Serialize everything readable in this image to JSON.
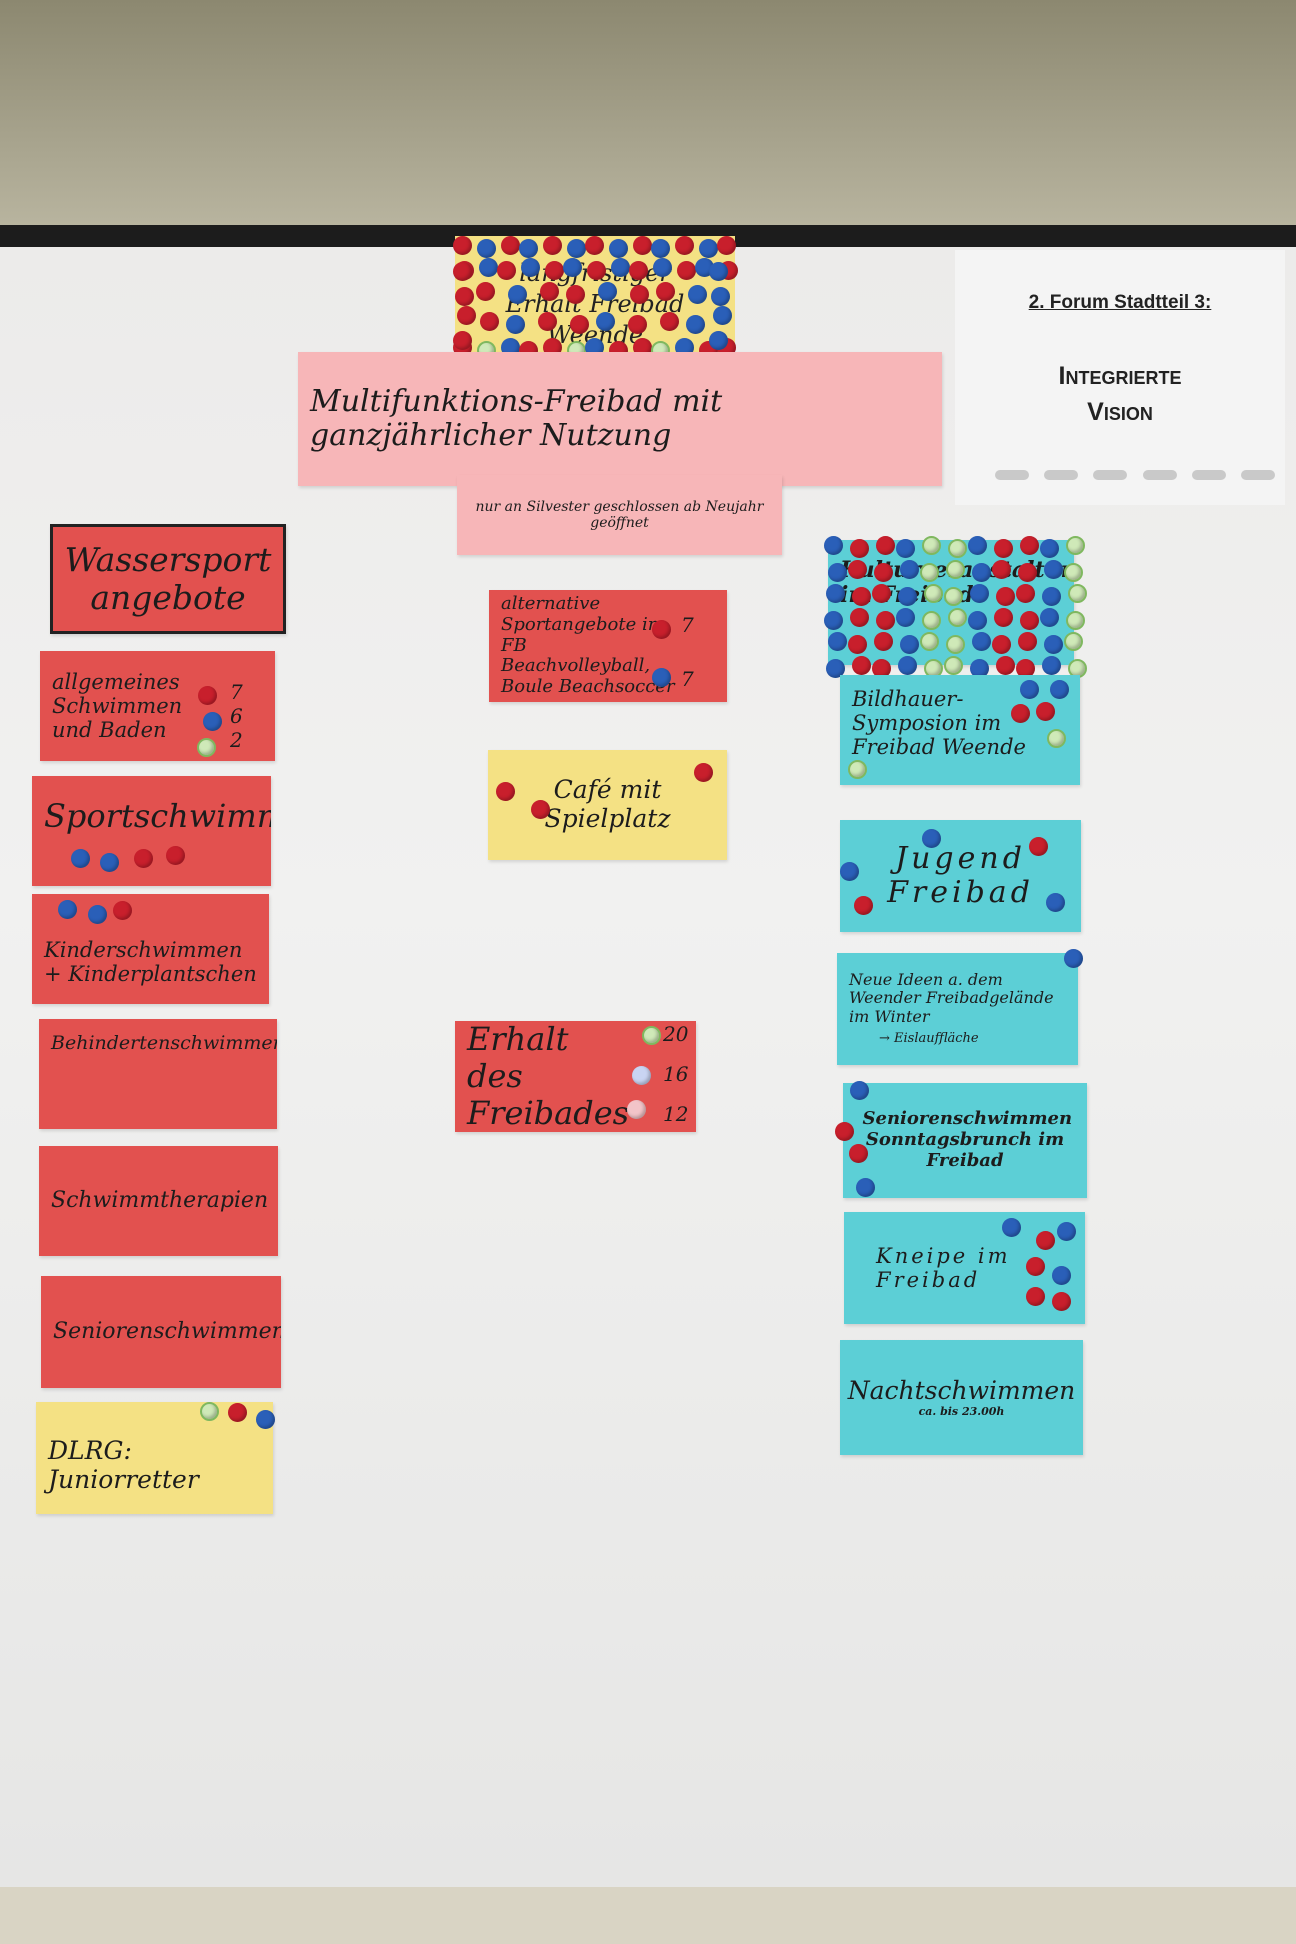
{
  "forum": {
    "heading": "2. Forum Stadtteil 3:",
    "title_line1": "Integrierte",
    "title_line2": "Vision"
  },
  "top": {
    "framed": "langfristiger Erhalt Freibad Weende",
    "main": "Multifunktions-Freibad mit ganzjährlicher Nutzung",
    "sub": "nur an Silvester geschlossen ab Neujahr geöffnet"
  },
  "left": {
    "header": "Wassersport angebote",
    "items": [
      "allgemeines Schwimmen und Baden",
      "Sportschwimmen",
      "Kinderschwimmen + Kinderplantschen",
      "Behindertenschwimmen",
      "Schwimmtherapien",
      "Seniorenschwimmen",
      "DLRG: Juniorretter"
    ],
    "votes_swim": [
      "7",
      "6",
      "2"
    ]
  },
  "middle": {
    "items": [
      "alternative Sportangebote im FB Beachvolleyball, Boule Beachsoccer",
      "Café mit Spielplatz",
      "Erhalt des Freibades"
    ],
    "votes_alt": [
      "7",
      "7"
    ],
    "votes_erhalt": [
      "20",
      "16",
      "12"
    ]
  },
  "right": {
    "items": [
      "Kulturveranstaltung im Freibad",
      "Bildhauer-Symposion im Freibad Weende",
      "Jugend Freibad",
      "Neue Ideen a. dem Weender Freibadgelände im Winter",
      "Seniorenschwimmen Sonntagsbrunch im Freibad",
      "Kneipe im Freibad",
      "Nachtschwimmen"
    ],
    "winter_note": "→ Eislauffläche",
    "night_note": "ca. bis 23.00h"
  }
}
